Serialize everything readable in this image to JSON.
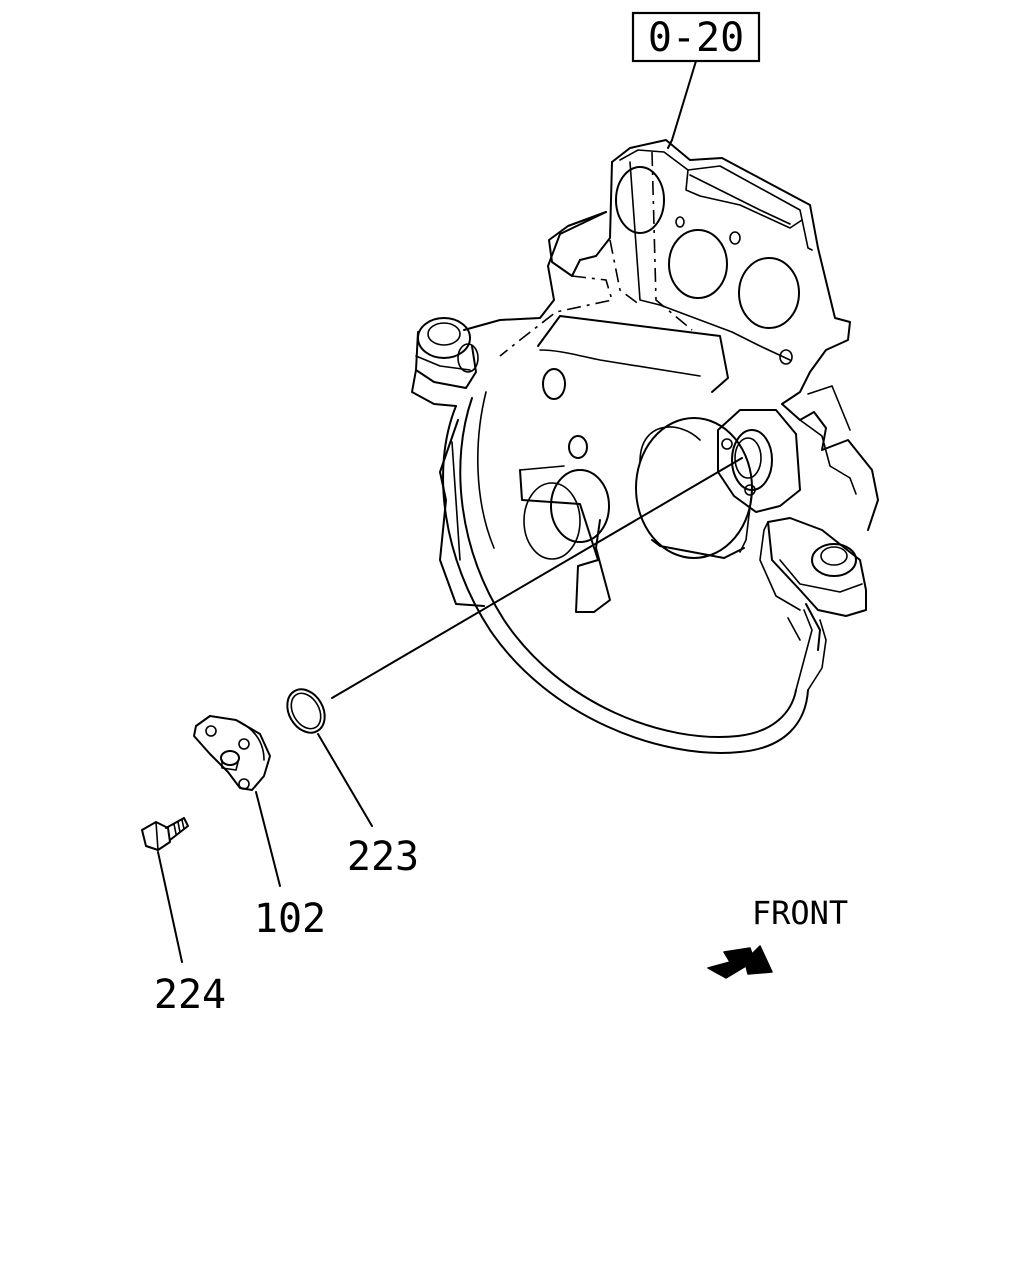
{
  "reference_box": {
    "label": "0-20"
  },
  "callouts": [
    {
      "id": "223",
      "text": "223"
    },
    {
      "id": "102",
      "text": "102"
    },
    {
      "id": "224",
      "text": "224"
    }
  ],
  "direction": {
    "text": "FRONT",
    "icon": "arrow-icon"
  }
}
